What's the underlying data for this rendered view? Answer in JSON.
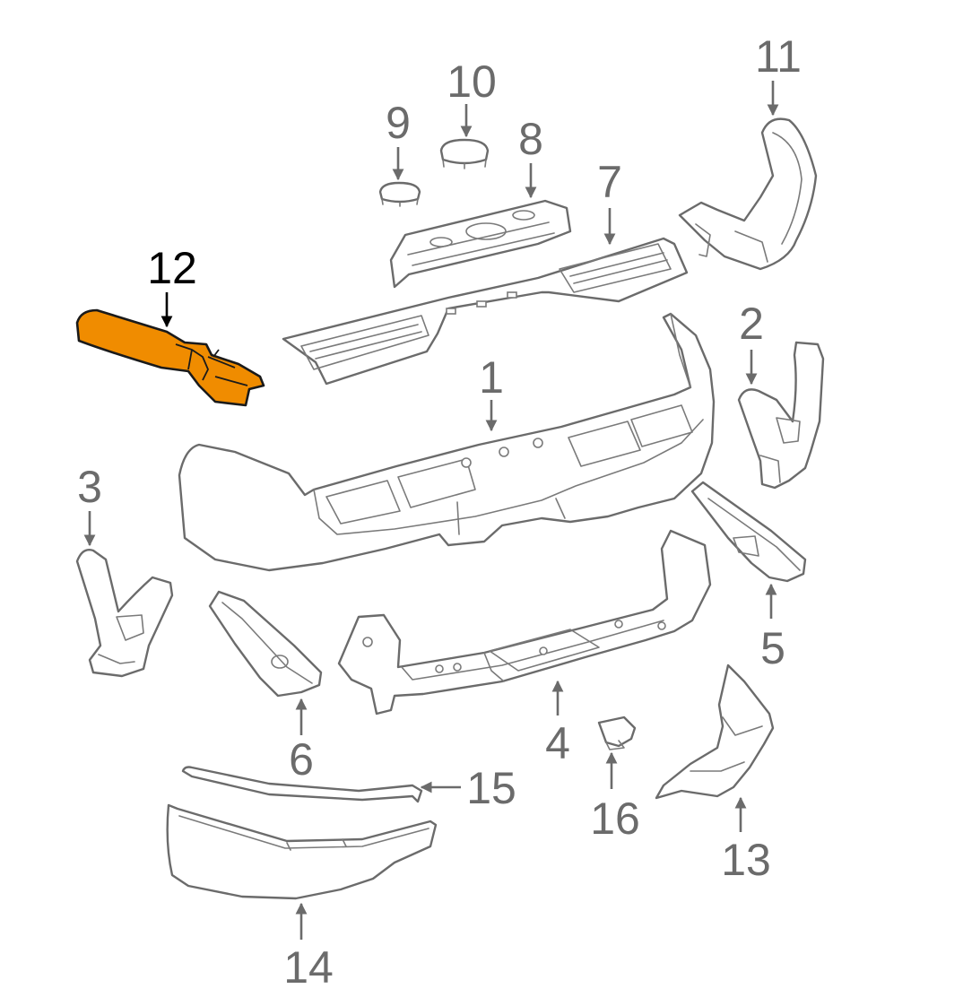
{
  "diagram": {
    "highlight_color": "#f08c00",
    "line_color": "#6b6b6b",
    "callouts": {
      "c1": "1",
      "c2": "2",
      "c3": "3",
      "c4": "4",
      "c5": "5",
      "c6": "6",
      "c7": "7",
      "c8": "8",
      "c9": "9",
      "c10": "10",
      "c11": "11",
      "c12": "12",
      "c13": "13",
      "c14": "14",
      "c15": "15",
      "c16": "16"
    }
  }
}
